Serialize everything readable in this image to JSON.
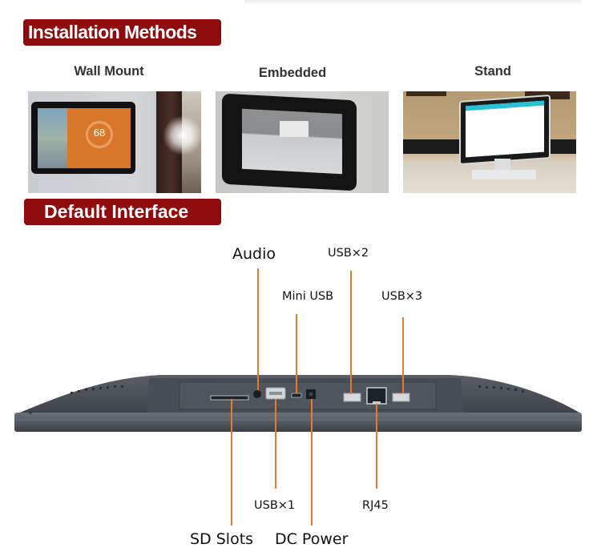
{
  "sections": {
    "installation": {
      "title": "Installation Methods"
    },
    "default_interface": {
      "title": "Default Interface"
    }
  },
  "installation_methods": [
    {
      "label": "Wall Mount",
      "photo": "wall-mounted-panel-photo",
      "screen_value": "68"
    },
    {
      "label": "Embedded",
      "photo": "embedded-panel-photo"
    },
    {
      "label": "Stand",
      "photo": "stand-panel-photo"
    }
  ],
  "interface_ports": {
    "top": [
      {
        "label": "Audio"
      },
      {
        "label": "USB×2"
      },
      {
        "label": "Mini USB"
      },
      {
        "label": "USB×3"
      }
    ],
    "bottom": [
      {
        "label": "USB×1"
      },
      {
        "label": "RJ45"
      },
      {
        "label": "SD Slots"
      },
      {
        "label": "DC Power"
      }
    ]
  },
  "colors": {
    "banner_bg": "#8e0b0e",
    "banner_text": "#ffffff",
    "leader_line": "#e87a2e",
    "device_body": "#4b5058"
  }
}
